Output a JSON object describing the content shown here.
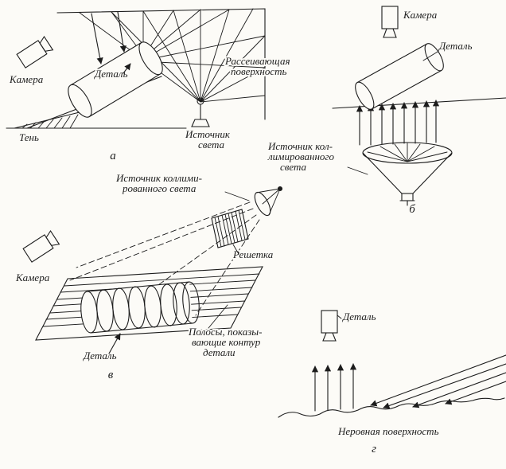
{
  "figure": {
    "ink_color": "#1c1c1c",
    "paper_color": "#fcfbf7"
  },
  "diagram_a": {
    "camera": "Камера",
    "detail": "Деталь",
    "shadow": "Тень",
    "light_source_line1": "Источник",
    "light_source_line2": "света",
    "scattering_line1": "Рассеивающая",
    "scattering_line2": "поверхность",
    "caption": "а"
  },
  "diagram_b": {
    "camera": "Камера",
    "detail": "Деталь",
    "source_line1": "Источник кол-",
    "source_line2": "лимированного",
    "source_line3": "света",
    "caption": "б"
  },
  "diagram_v": {
    "camera": "Камера",
    "source_line1": "Источник коллими-",
    "source_line2": "рованного света",
    "grating": "Решетка",
    "detail": "Деталь",
    "fringes_line1": "Полосы, показы-",
    "fringes_line2": "вающие контур",
    "fringes_line3": "детали",
    "caption": "в"
  },
  "diagram_g": {
    "detail": "Деталь",
    "surface": "Неровная поверхность",
    "caption": "г"
  }
}
